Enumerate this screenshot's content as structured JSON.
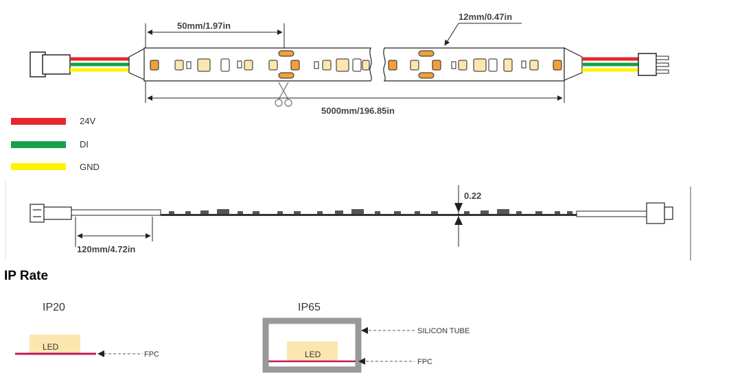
{
  "dimensions": {
    "pitch": "50mm/1.97in",
    "width": "12mm/0.47in",
    "length": "5000mm/196.85in",
    "thickness": "0.22",
    "lead": "120mm/4.72in"
  },
  "legend": [
    {
      "label": "24V",
      "color": "#e8262b"
    },
    {
      "label": "DI",
      "color": "#17a04a"
    },
    {
      "label": "GND",
      "color": "#fff200"
    }
  ],
  "ip_section": {
    "title": "IP Rate",
    "ip20": {
      "title": "IP20",
      "led": "LED",
      "fpc": "FPC"
    },
    "ip65": {
      "title": "IP65",
      "led": "LED",
      "tube": "SILICON TUBE",
      "fpc": "FPC"
    }
  },
  "colors": {
    "led_fill": "#fbe6b0",
    "fpc": "#c2185b",
    "tube": "#999999",
    "chip_orange": "#f0a03c"
  }
}
